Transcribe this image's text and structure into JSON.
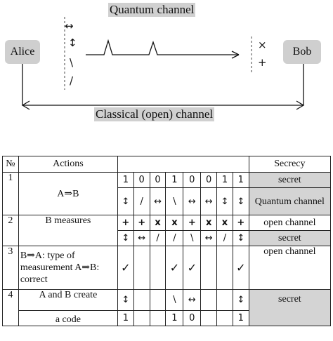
{
  "diagram": {
    "quantum_channel": "Quantum channel",
    "alice": "Alice",
    "bob": "Bob",
    "classical_channel": "Classical (open) channel",
    "basis_symbols": [
      "↔",
      "↕",
      "\\",
      "/"
    ],
    "detector_symbols": [
      "×",
      "+"
    ]
  },
  "table": {
    "headers": {
      "no": "№",
      "actions": "Actions",
      "secrecy": "Secrecy"
    },
    "rows": [
      {
        "no": "1",
        "action": "A⇒B",
        "line1": [
          "1",
          "0",
          "0",
          "1",
          "0",
          "0",
          "1",
          "1"
        ],
        "secrecy1": "secret",
        "line2": [
          "↕",
          "/",
          "↔",
          "\\",
          "↔",
          "↔",
          "↕",
          "↕"
        ],
        "secrecy2": "Quantum channel"
      },
      {
        "no": "2",
        "action": "B measures",
        "line1": [
          "+",
          "+",
          "x",
          "x",
          "+",
          "x",
          "x",
          "+"
        ],
        "secrecy1": "open channel",
        "line2": [
          "↕",
          "↔",
          "/",
          "/",
          "\\",
          "↔",
          "/",
          "↕"
        ],
        "secrecy2": "secret"
      },
      {
        "no": "3",
        "action": "B⇒A: type of measurement A⇒B: correct",
        "line1": [
          "✓",
          "",
          "",
          "✓",
          "✓",
          "",
          "",
          "✓"
        ],
        "secrecy1": "open channel"
      },
      {
        "no": "4",
        "action_top": "A and B create",
        "action_bottom": "a code",
        "line1": [
          "↕",
          "",
          "",
          "\\",
          "↔",
          "",
          "",
          "↕"
        ],
        "secrecy1": "secret",
        "line2": [
          "1",
          "",
          "",
          "1",
          "0",
          "",
          "",
          "1"
        ]
      }
    ]
  }
}
